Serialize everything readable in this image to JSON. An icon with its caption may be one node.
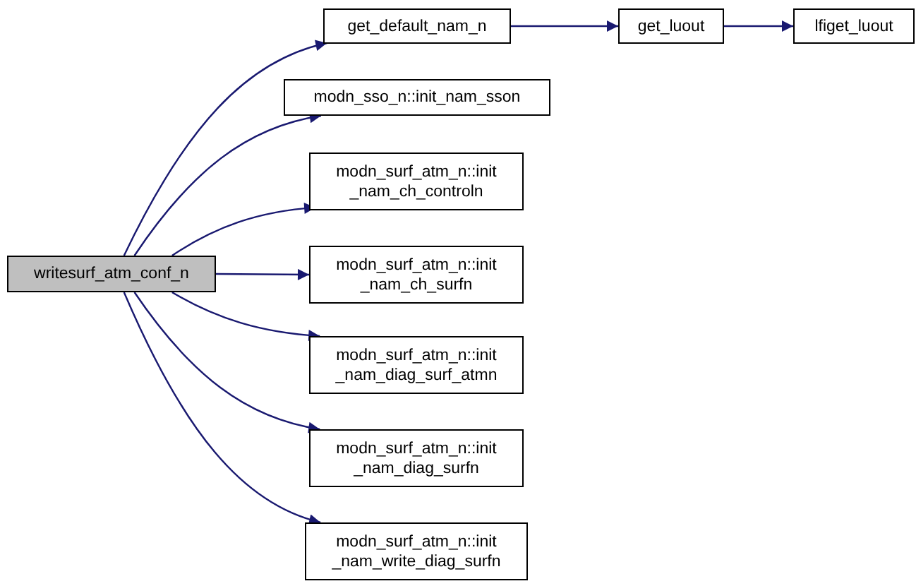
{
  "diagram": {
    "nodes": [
      {
        "text": [
          "writesurf_atm_conf_n"
        ]
      },
      {
        "text": [
          "get_default_nam_n"
        ]
      },
      {
        "text": [
          "get_luout"
        ]
      },
      {
        "text": [
          "lfiget_luout"
        ]
      },
      {
        "text": [
          "modn_sso_n::init_nam_sson"
        ]
      },
      {
        "text": [
          "modn_surf_atm_n::init _nam_ch_controln"
        ]
      },
      {
        "text": [
          "modn_surf_atm_n::init _nam_ch_surfn"
        ]
      },
      {
        "text": [
          "modn_surf_atm_n::init _nam_diag_surf_atmn"
        ]
      },
      {
        "text": [
          "modn_surf_atm_n::init _nam_diag_surfn"
        ]
      },
      {
        "text": [
          "modn_surf_atm_n::init _nam_write_diag_surfn"
        ]
      }
    ],
    "edges": [
      {
        "from": 0,
        "to": 1,
        "arrow": "to"
      },
      {
        "from": 1,
        "to": 2,
        "arrow": "to"
      },
      {
        "from": 2,
        "to": 3,
        "arrow": "to"
      },
      {
        "from": 0,
        "to": 4,
        "arrow": "to"
      },
      {
        "from": 0,
        "to": 5,
        "arrow": "to"
      },
      {
        "from": 0,
        "to": 6,
        "arrow": "to"
      },
      {
        "from": 0,
        "to": 7,
        "arrow": "to"
      },
      {
        "from": 0,
        "to": 8,
        "arrow": "to"
      },
      {
        "from": 0,
        "to": 9,
        "arrow": "to"
      }
    ]
  }
}
